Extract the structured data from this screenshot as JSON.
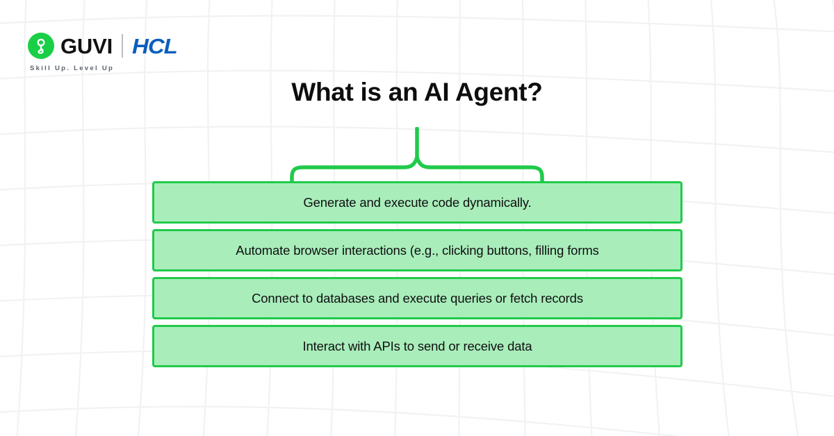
{
  "brand": {
    "mark_icon": "guvi-g-circle-icon",
    "wordmark": "GUVI",
    "partner_wordmark": "HCL",
    "tagline": "Skill Up. Level Up",
    "mark_color": "#19cf45",
    "partner_color": "#0b5fbd"
  },
  "header": {
    "title": "What is an AI Agent?"
  },
  "diagram": {
    "connector_icon": "curly-brace-connector-icon",
    "connector_color": "#20ca4b",
    "box_border_color": "#20ca4b",
    "box_fill_color": "#a9edbb",
    "boxes": [
      {
        "label": "Generate and execute code dynamically."
      },
      {
        "label": "Automate browser interactions (e.g., clicking buttons, filling forms"
      },
      {
        "label": "Connect to databases and execute queries or fetch records"
      },
      {
        "label": "Interact with APIs to send or receive data"
      }
    ]
  },
  "background": {
    "pattern_icon": "warped-grid-mesh-icon",
    "line_color": "#f1f2f3",
    "page_color": "#ffffff"
  }
}
